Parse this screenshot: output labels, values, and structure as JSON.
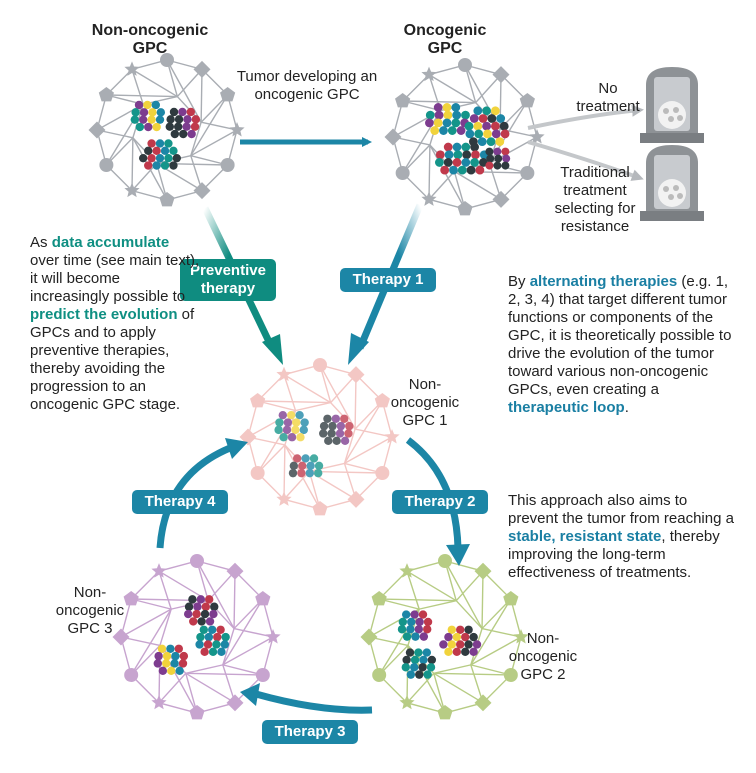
{
  "titles": {
    "non_oncogenic": "Non-oncogenic GPC",
    "oncogenic": "Oncogenic GPC"
  },
  "arrow_labels": {
    "tumor_developing": "Tumor developing an oncogenic GPC",
    "no_treatment": "No treatment",
    "traditional": "Traditional treatment selecting for resistance"
  },
  "therapies": {
    "preventive": "Preventive therapy",
    "t1": "Therapy 1",
    "t2": "Therapy 2",
    "t3": "Therapy 3",
    "t4": "Therapy 4"
  },
  "gpc_labels": {
    "gpc1": "Non-oncogenic GPC 1",
    "gpc2": "Non-oncogenic GPC 2",
    "gpc3": "Non-oncogenic GPC 3"
  },
  "left_text": {
    "p1": "As ",
    "hl1": "data accumulate",
    "p2": " over time (see main text), it will become increasingly possible to ",
    "hl2": "predict the evolution",
    "p3": " of GPCs and to apply preventive therapies, thereby avoiding the progression to an oncogenic GPC stage."
  },
  "right_text": {
    "p1": "By ",
    "hl1": "alternating therapies",
    "p2": " (e.g. 1, 2, 3, 4) that target different tumor functions or components of the GPC, it is theoretically possible to drive the evolution of the tumor toward various non-oncogenic GPCs, even creating a ",
    "hl2": "therapeutic loop",
    "p3": ".",
    "q1": "This approach also aims to prevent the tumor from reaching a ",
    "qhl": "stable, resistant state",
    "q2": ", thereby improving the long-term effectiveness of treatments."
  },
  "colors": {
    "blue": "#1c86a6",
    "green": "#0f8c80",
    "gray_network": "#a9adb3",
    "pink_network": "#f0b8b4",
    "green_network": "#b7cc84",
    "purple_network": "#c7a4cf"
  }
}
